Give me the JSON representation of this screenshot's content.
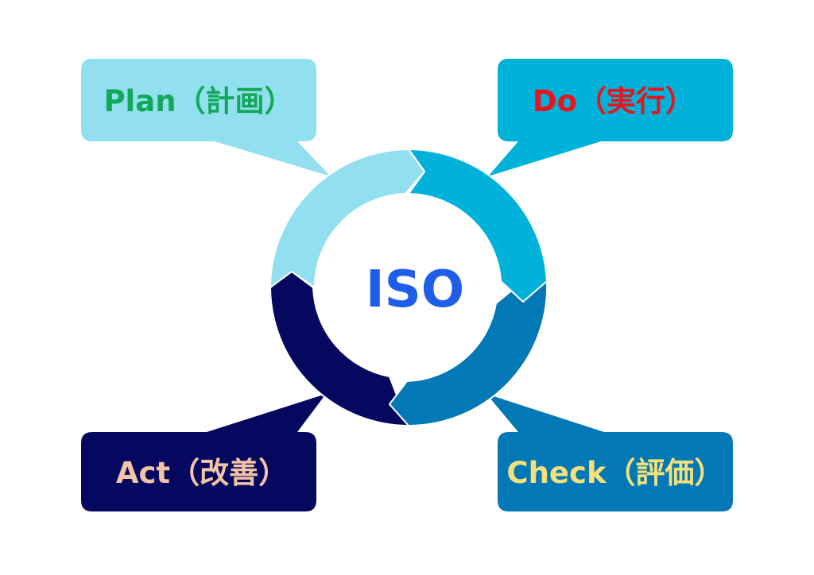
{
  "center": {
    "label": "ISO",
    "color": "#1f5ee8"
  },
  "phases": {
    "plan": {
      "label": "Plan（計画）",
      "text_color": "#12a85a",
      "fill": "#92dff0"
    },
    "do": {
      "label": "Do（実行）",
      "text_color": "#e8141e",
      "fill": "#00b2d9"
    },
    "check": {
      "label": "Check（評価）",
      "text_color": "#f5e07a",
      "fill": "#0278b6"
    },
    "act": {
      "label": "Act（改善）",
      "text_color": "#f2c3a5",
      "fill": "#05085f"
    }
  },
  "ring_colors": {
    "plan": "#92dff0",
    "do": "#00b2d9",
    "check": "#0278b6",
    "act": "#05085f"
  }
}
